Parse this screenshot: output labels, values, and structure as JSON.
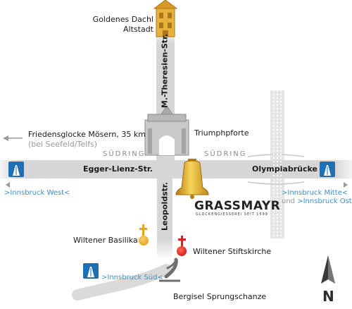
{
  "landmarks": {
    "goldenes_dachl": "Goldenes Dachl",
    "altstadt": "Altstadt",
    "triumphpforte": "Triumphpforte",
    "friedensglocke": "Friedensglocke Mösern, 35 km",
    "friedensglocke_via": "(bei Seefeld/Telfs)",
    "wiltener_basilika": "Wiltener Basilika",
    "wiltener_stiftskirche": "Wiltener Stiftskirche",
    "bergisel": "Bergisel Sprungschanze"
  },
  "streets": {
    "theresien": "M.-Theresien-Str.",
    "egger_lienz": "Egger-Lienz-Str.",
    "olympiabruecke": "Olympiabrücke",
    "leopold": "Leopoldstr.",
    "suedring_left": "SÜDRING",
    "suedring_right": "SÜDRING"
  },
  "exits": {
    "west": ">Innsbruck West<",
    "mitte": ">Innsbruck Mitte<",
    "und": "und",
    "ost": ">Innsbruck Ost<",
    "sued": ">Innsbruck Süd<"
  },
  "brand": {
    "name": "GRASSMAYR",
    "tagline": "GLOCKENGIESSEREI SEIT 1599"
  },
  "compass": {
    "north": "N"
  },
  "colors": {
    "road": "#d6d6d6",
    "gold": "#e3a51a",
    "red": "#e02020",
    "motorway_blue": "#1f6fb5",
    "exit_text": "#3d8fc9"
  },
  "icons": [
    "motorway-icon",
    "bell-icon",
    "cross-icon",
    "arrow-icon",
    "compass-icon",
    "golden-roof-icon",
    "triumphal-arch-icon",
    "ski-jump-icon"
  ]
}
